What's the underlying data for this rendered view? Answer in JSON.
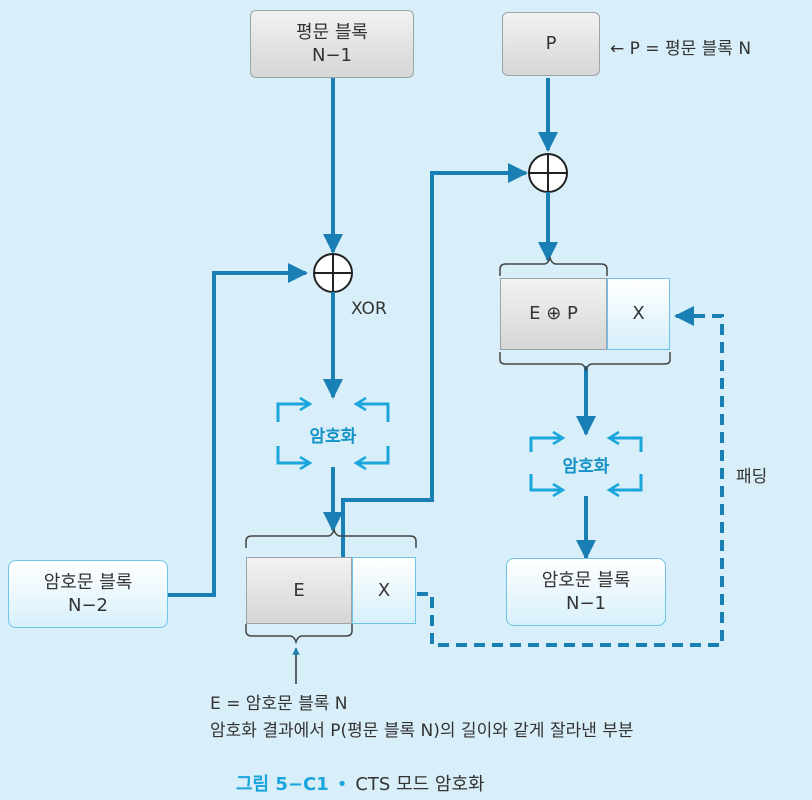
{
  "boxes": {
    "plain_n1": "평문 블록\nN−1",
    "p": "P",
    "e_xor_p": "E ⊕ P",
    "x_top": "X",
    "cipher_n2": "암호문 블록\nN−2",
    "e": "E",
    "x_bottom": "X",
    "cipher_n1": "암호문 블록\nN−1"
  },
  "encrypt_left": "암호화",
  "encrypt_right": "암호화",
  "labels": {
    "p_note": "← P = 평문 블록 N",
    "xor": "XOR",
    "padding": "패딩",
    "e_def": "E = 암호문 블록 N",
    "e_desc": "암호화 결과에서 P(평문 블록 N)의 길이와 같게 잘라낸 부분"
  },
  "caption": {
    "figure": "그림 5−C1",
    "bullet": "•",
    "title": "CTS 모드 암호화"
  },
  "colors": {
    "background": "#d8eef8",
    "line": "#1a7fb5",
    "accent": "#1aa6dc"
  }
}
